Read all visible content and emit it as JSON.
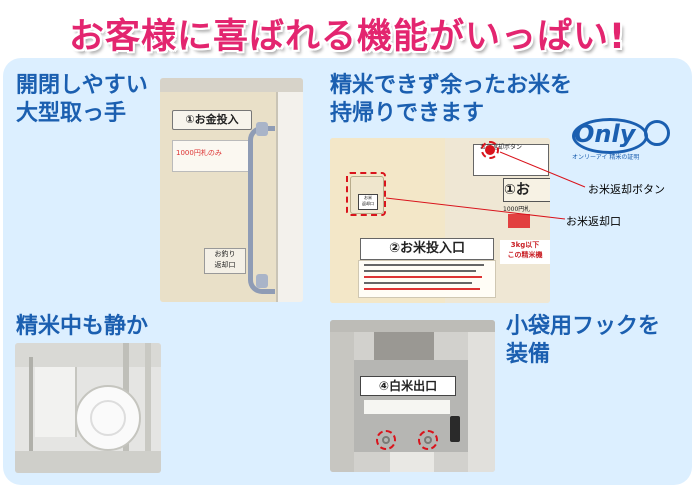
{
  "headline": "お客様に喜ばれる機能がいっぱい!",
  "features": {
    "handle": "開閉しやすい\n大型取っ手",
    "rice_return": "精米できず余ったお米を\n持帰りできます",
    "quiet": "精米中も静か",
    "hook": "小袋用フックを\n装備"
  },
  "photo1": {
    "coin_plate": "①お金投入",
    "money_note": "1000円札のみ",
    "return_plate": "お釣り\n返却口"
  },
  "photo2": {
    "button_plate": "お米返却ボタン",
    "coin_plate_short": "①お",
    "money_note": "1000円札",
    "rice_plate": "②お米投入口",
    "note": "3kg以下\nこの精米機",
    "return_box_label": "お米\n返却口",
    "callout_button": "お米返却ボタン",
    "callout_outlet": "お米返却口"
  },
  "photo4": {
    "outlet_plate": "④白米出口"
  },
  "logo": {
    "wordmark": "Only",
    "sub": "オンリーアイ 精米の証明"
  },
  "colors": {
    "headline": "#e3256f",
    "feature_label": "#1b5fb0",
    "panel_bg": "#dcefff",
    "callout_red": "#d9141c"
  }
}
